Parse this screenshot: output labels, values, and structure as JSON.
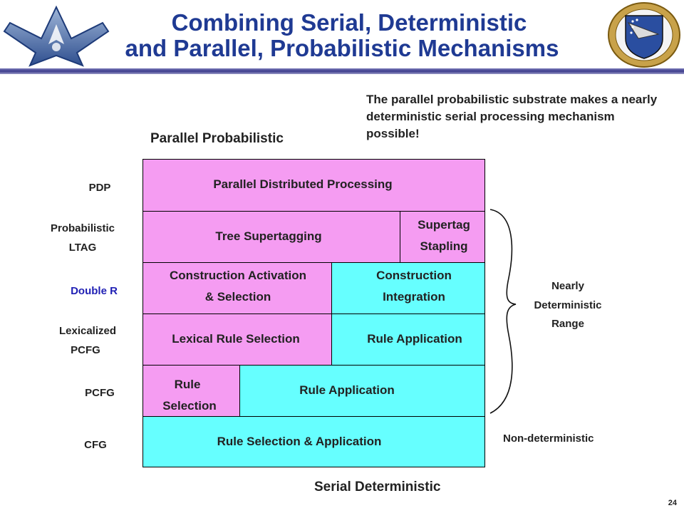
{
  "title": {
    "line1": "Combining Serial, Deterministic",
    "line2": "and Parallel, Probabilistic Mechanisms"
  },
  "caption": "The parallel probabilistic substrate makes a nearly deterministic serial processing mechanism possible!",
  "top_heading": "Parallel Probabilistic",
  "bottom_heading": "Serial Deterministic",
  "left_labels": {
    "pdp": "PDP",
    "prob_ltag_1": "Probabilistic",
    "prob_ltag_2": "LTAG",
    "double_r": "Double R",
    "lex_pcfg_1": "Lexicalized",
    "lex_pcfg_2": "PCFG",
    "pcfg": "PCFG",
    "cfg": "CFG"
  },
  "boxes": {
    "pdp": "Parallel Distributed Processing",
    "tree_supertagging": "Tree Supertagging",
    "supertag_1": "Supertag",
    "supertag_2": "Stapling",
    "cas_1": "Construction Activation",
    "cas_2": "& Selection",
    "ci_1": "Construction",
    "ci_2": "Integration",
    "lexical_rule_selection": "Lexical Rule Selection",
    "rule_application_1": "Rule Application",
    "rule_sel_1": "Rule",
    "rule_sel_2": "Selection",
    "rule_application_2": "Rule Application",
    "rule_selection_application": "Rule Selection & Application"
  },
  "right_labels": {
    "nearly_1": "Nearly",
    "nearly_2": "Deterministic",
    "nearly_3": "Range",
    "non_deterministic": "Non-deterministic"
  },
  "page_number": "24",
  "colors": {
    "pink": "#f59cf2",
    "cyan": "#66ffff",
    "title": "#1f3a93",
    "double_r": "#1f1fb4"
  }
}
